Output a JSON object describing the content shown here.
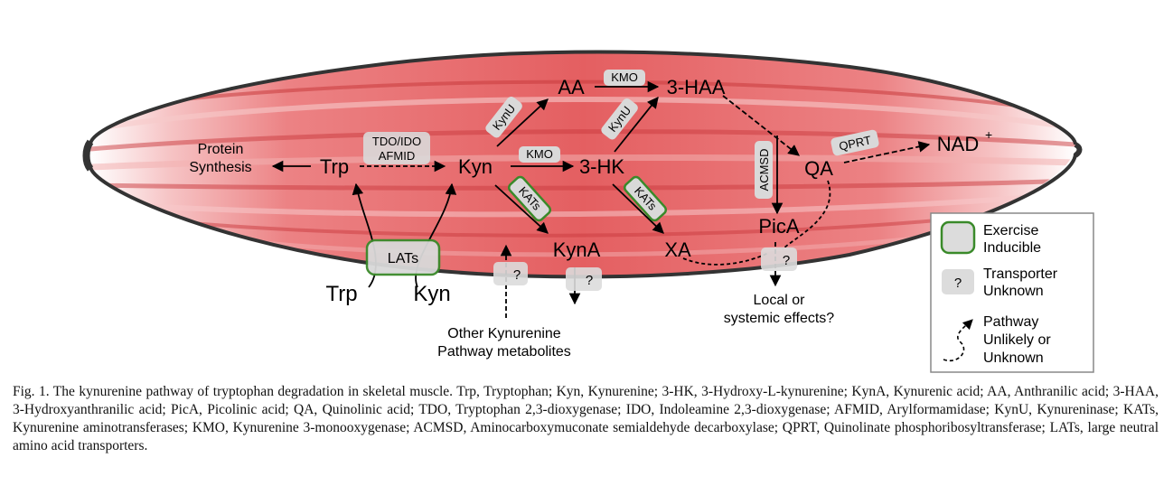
{
  "figure": {
    "nodes": {
      "protein_synthesis_1": "Protein",
      "protein_synthesis_2": "Synthesis",
      "trp": "Trp",
      "kyn": "Kyn",
      "aa": "AA",
      "three_haa": "3-HAA",
      "three_hk": "3-HK",
      "kyna": "KynA",
      "xa": "XA",
      "pica": "PicA",
      "qa": "QA",
      "nad": "NAD",
      "nad_sup": "+",
      "trp_outside": "Trp",
      "kyn_outside": "Kyn"
    },
    "enzymes": {
      "tdo_ido": "TDO/IDO",
      "afmid": "AFMID",
      "kmo_top": "KMO",
      "kmo_mid": "KMO",
      "kynu_1": "KynU",
      "kynu_2": "KynU",
      "kats_1": "KATs",
      "kats_2": "KATs",
      "acmsd": "ACMSD",
      "qprt": "QPRT",
      "lats": "LATs"
    },
    "transporter_unknown_mark": "?",
    "labels": {
      "other_1": "Other Kynurenine",
      "other_2": "Pathway metabolites",
      "local_1": "Local or",
      "local_2": "systemic effects?"
    },
    "legend": {
      "exercise_1": "Exercise",
      "exercise_2": "Inducible",
      "transporter_mark": "?",
      "transporter_1": "Transporter",
      "transporter_2": "Unknown",
      "pathway_1": "Pathway",
      "pathway_2": "Unlikely or",
      "pathway_3": "Unknown"
    },
    "colors": {
      "muscle_red": "#e35a5c",
      "muscle_light": "#f4b8b9",
      "exercise_green": "#3a8a2a",
      "box_gray": "#d9d9d9"
    }
  },
  "caption": "Fig. 1. The kynurenine pathway of tryptophan degradation in skeletal muscle. Trp, Tryptophan; Kyn, Kynurenine; 3-HK, 3-Hydroxy-L-kynurenine; KynA, Kynurenic acid; AA, Anthranilic acid; 3-HAA, 3-Hydroxyanthranilic acid; PicA, Picolinic acid; QA, Quinolinic acid; TDO, Tryptophan 2,3-dioxygenase; IDO, Indoleamine 2,3-dioxygenase; AFMID, Arylformamidase; KynU, Kynureninase; KATs, Kynurenine aminotransferases; KMO, Kynurenine 3-monooxygenase; ACMSD, Aminocarboxymuconate semialdehyde decarboxylase; QPRT, Quinolinate phosphoribosyltransferase; LATs, large neutral amino acid transporters."
}
